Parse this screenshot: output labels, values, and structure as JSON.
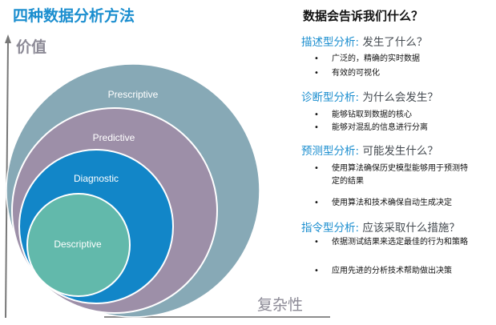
{
  "title": "四种数据分析方法",
  "axes": {
    "y_label": "价值",
    "x_label": "复杂性"
  },
  "diagram": {
    "circles": [
      {
        "label": "Prescriptive",
        "color": "#87a9b6"
      },
      {
        "label": "Predictive",
        "color": "#9d8fa8"
      },
      {
        "label": "Diagnostic",
        "color": "#1286c8"
      },
      {
        "label": "Descriptive",
        "color": "#62b9ab"
      }
    ]
  },
  "panel": {
    "heading": "数据会告诉我们什么？",
    "sections": [
      {
        "type": "描述型分析: ",
        "question": "发生了什么？",
        "bullets": [
          "广泛的，精确的实时数据",
          "有效的可视化"
        ]
      },
      {
        "type": "诊断型分析: ",
        "question": "为什么会发生？",
        "bullets": [
          "能够钻取到数据的核心",
          "能够对混乱的信息进行分离"
        ]
      },
      {
        "type": "预测型分析: ",
        "question": "可能发生什么？",
        "bullets": [
          "使用算法确保历史模型能够用于预测特定的结果",
          "使用算法和技术确保自动生成决定"
        ]
      },
      {
        "type": "指令型分析: ",
        "question": "应该采取什么措施？",
        "bullets": [
          "依据测试结果来选定最佳的行为和策略",
          "应用先进的分析技术帮助做出决策"
        ]
      }
    ]
  },
  "bullet_symbol": "•"
}
